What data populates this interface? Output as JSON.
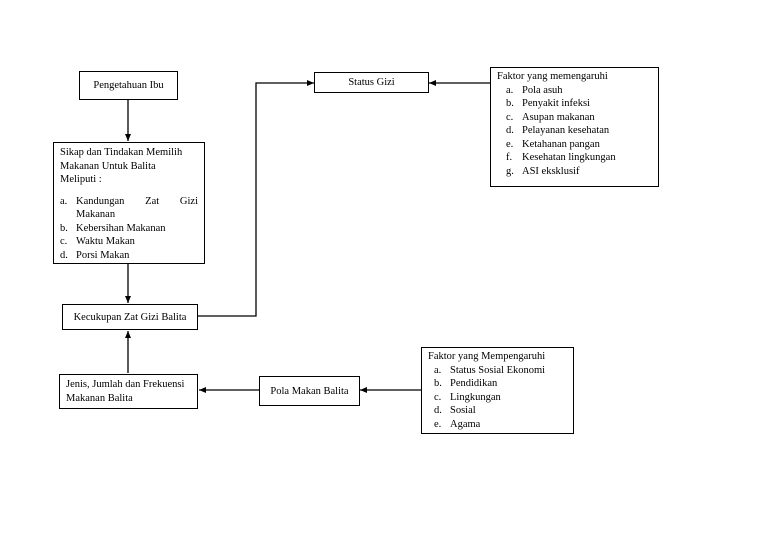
{
  "nodes": {
    "pengetahuan_ibu": "Pengetahuan Ibu",
    "status_gizi": "Status Gizi",
    "kecukupan": "Kecukupan Zat Gizi Balita",
    "jenis_jumlah": "Jenis, Jumlah dan Frekuensi Makanan Balita",
    "pola_makan": "Pola Makan Balita"
  },
  "sikap": {
    "title": "Sikap dan Tindakan Memilih Makanan Untuk Balita",
    "meliputi": "Meliputi :",
    "items": [
      {
        "m": "a.",
        "t": "Kandungan Zat Gizi Makanan"
      },
      {
        "m": "b.",
        "t": "Kebersihan Makanan"
      },
      {
        "m": "c.",
        "t": "Waktu Makan"
      },
      {
        "m": "d.",
        "t": "Porsi Makan"
      }
    ],
    "item_a_line1": "Kandungan Zat Gizi",
    "item_a_line2": "Makanan"
  },
  "faktor_status": {
    "title": "Faktor yang memengaruhi",
    "items": [
      {
        "m": "a.",
        "t": "Pola asuh"
      },
      {
        "m": "b.",
        "t": "Penyakit infeksi"
      },
      {
        "m": "c.",
        "t": "Asupan makanan"
      },
      {
        "m": "d.",
        "t": "Pelayanan kesehatan"
      },
      {
        "m": "e.",
        "t": "Ketahanan pangan"
      },
      {
        "m": "f.",
        "t": "Kesehatan lingkungan"
      },
      {
        "m": "g.",
        "t": "ASI eksklusif"
      }
    ]
  },
  "faktor_pola": {
    "title": "Faktor yang Mempengaruhi",
    "items": [
      {
        "m": "a.",
        "t": "Status Sosial Ekonomi"
      },
      {
        "m": "b.",
        "t": "Pendidikan"
      },
      {
        "m": "c.",
        "t": "Lingkungan"
      },
      {
        "m": "d.",
        "t": "Sosial"
      },
      {
        "m": "e.",
        "t": "Agama"
      }
    ]
  }
}
